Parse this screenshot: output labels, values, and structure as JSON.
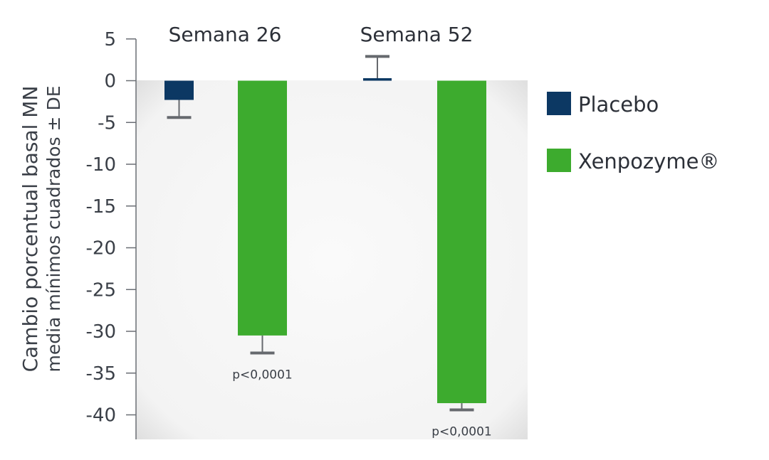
{
  "chart_data": {
    "type": "bar",
    "categories": [
      "Semana 26",
      "Semana 52"
    ],
    "series": [
      {
        "name": "Placebo",
        "color": "#0c3863",
        "values": [
          -2.3,
          0.3
        ],
        "errors": [
          2.1,
          2.6
        ]
      },
      {
        "name": "Xenpozyme®",
        "color": "#3dab2e",
        "values": [
          -30.5,
          -38.6
        ],
        "errors": [
          2.1,
          0.8
        ]
      }
    ],
    "ylabel_line1": "Cambio porcentual basal MN",
    "ylabel_line2": "media mínimos cuadrados ± DE",
    "ylim": [
      -43,
      5
    ],
    "yticks": [
      5,
      0,
      -5,
      -10,
      -15,
      -20,
      -25,
      -30,
      -35,
      -40
    ],
    "ytick_labels": [
      "5",
      "0",
      "-5",
      "-10",
      "-15",
      "-20",
      "-25",
      "-30",
      "-35",
      "-40"
    ],
    "annotations": [
      "p<0,0001",
      "p<0,0001"
    ],
    "grid": false,
    "legend_position": "right"
  }
}
